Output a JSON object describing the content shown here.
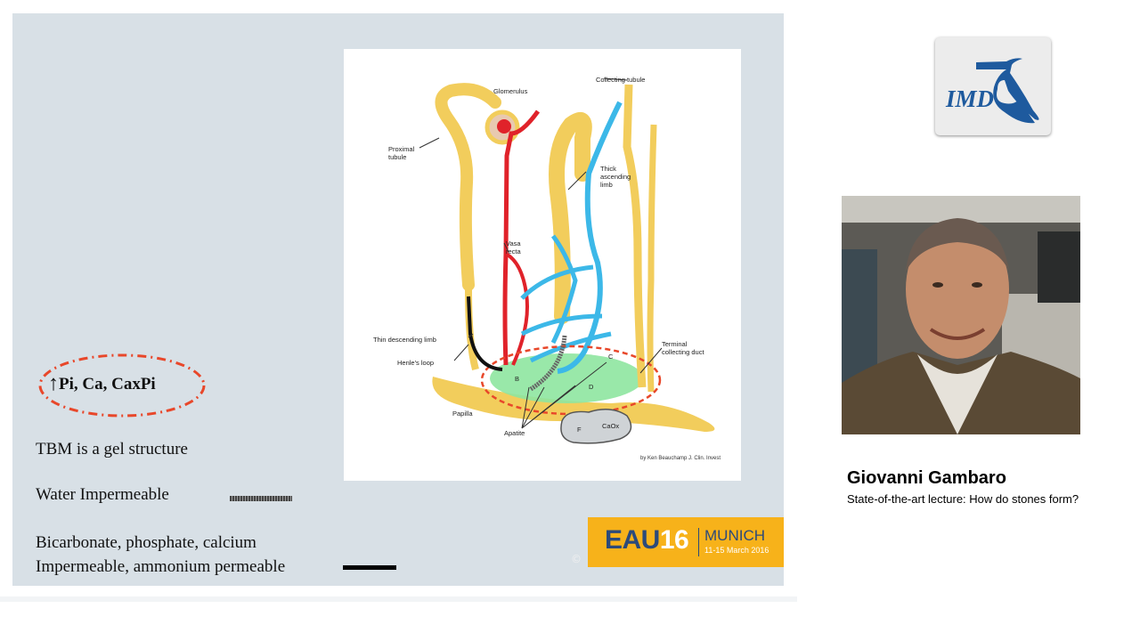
{
  "diagram": {
    "labels": {
      "glomerulus": "Glomerulus",
      "collecting_tubule": "Collecting tubule",
      "proximal_tubule": "Proximal tubule",
      "thick_ascending_limb": "Thick ascending limb",
      "vasa_recta": "Vasa recta",
      "thin_descending_limb": "Thin descending limb",
      "henles_loop": "Henle's loop",
      "terminal_collecting_duct": "Terminal collecting duct",
      "papilla": "Papilla",
      "apatite": "Apatite",
      "b": "B",
      "c": "C",
      "d": "D",
      "f": "F",
      "caox": "CaOx"
    },
    "credit": "by Ken Beauchamp J. Clin. Invest"
  },
  "notes": {
    "ellipse_arrow": "↑",
    "ellipse_text": "Pi, Ca, CaxPi",
    "tbm": "TBM is a gel structure",
    "water": "Water Impermeable",
    "bicarb_line1": "Bicarbonate, phosphate, calcium",
    "bicarb_line2": "Impermeable, ammonium permeable"
  },
  "banner": {
    "eau": "EAU",
    "num": "16",
    "city": "MUNICH",
    "dates": "11-15 March 2016",
    "copyright": "©"
  },
  "logo": {
    "text": "IMD"
  },
  "speaker": {
    "name": "Giovanni Gambaro",
    "title": "State-of-the-art lecture: How do stones form?"
  },
  "colors": {
    "tubule": "#f2cd5c",
    "artery": "#e0222a",
    "vein": "#3cb8e8",
    "green_region": "#8ee6a0",
    "dashed_ellipse": "#e8472a",
    "banner": "#f7b21a",
    "banner_text": "#2c4a7a"
  }
}
